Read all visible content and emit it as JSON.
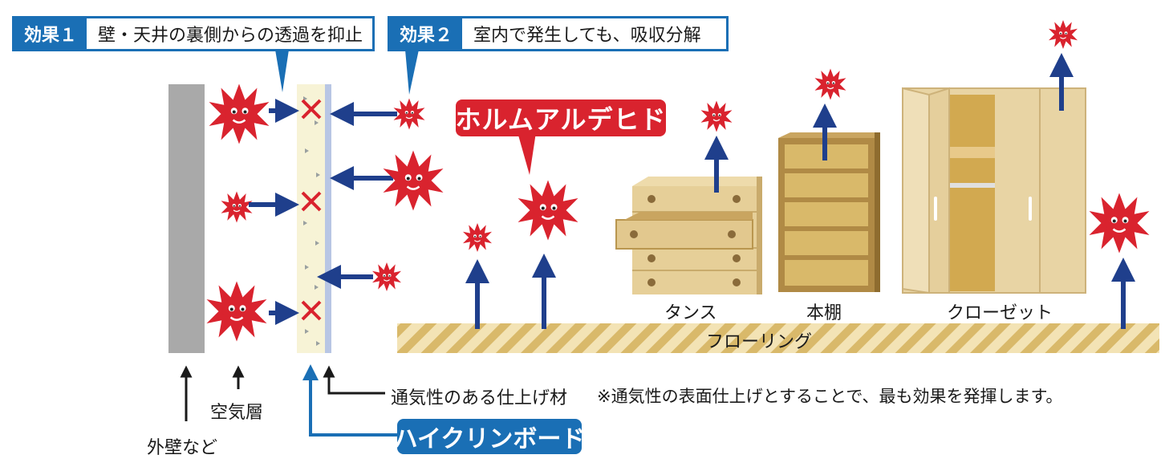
{
  "effect1": {
    "tag": "効果１",
    "text": "壁・天井の裏側からの透過を抑止"
  },
  "effect2": {
    "tag": "効果２",
    "text": "室内で発生しても、吸収分解"
  },
  "formaldehyde_label": "ホルムアルデヒド",
  "labels": {
    "exterior_wall": "外壁など",
    "air_layer": "空気層",
    "breathable_finish": "通気性のある仕上げ材",
    "note": "※通気性の表面仕上げとすることで、最も効果を発揮します。",
    "board": "ハイクリンボード",
    "chest": "タンス",
    "bookshelf": "本棚",
    "closet": "クローゼット",
    "flooring": "フローリング"
  },
  "colors": {
    "brand_blue": "#1a6fb5",
    "navy_arrow": "#1f3f8c",
    "formaldehyde_red": "#d9232e",
    "wall_gray": "#a9a9a9",
    "board_cream": "#f7f3d6",
    "wood": "#e6cf98",
    "floor_stripe": "#d9b96a"
  }
}
